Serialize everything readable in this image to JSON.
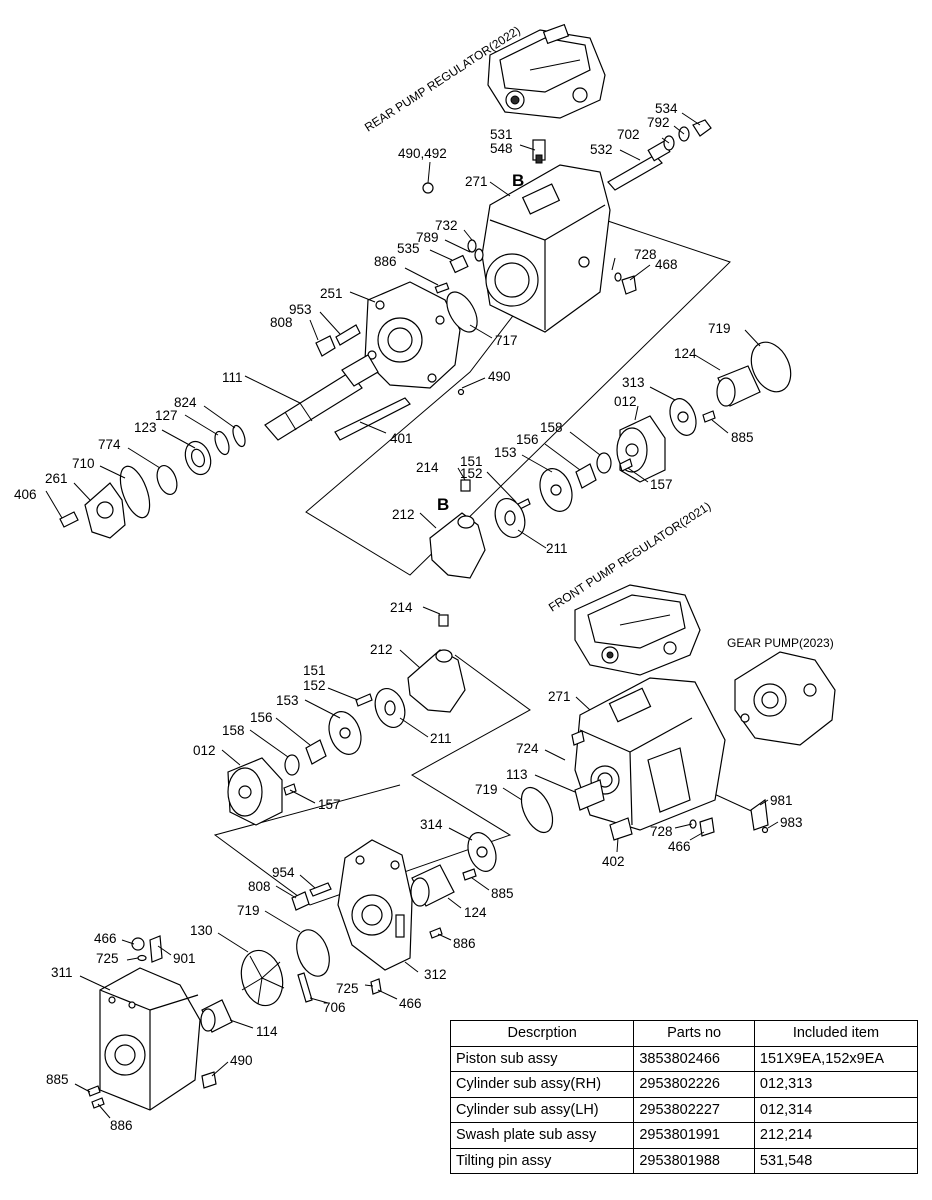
{
  "assemblies": {
    "rear_regulator": "REAR PUMP REGULATOR(2022)",
    "front_regulator": "FRONT PUMP REGULATOR(2021)",
    "gear_pump": "GEAR PUMP(2023)"
  },
  "view_marks": [
    "B",
    "B"
  ],
  "part_numbers": {
    "p534": "534",
    "p792": "792",
    "p702": "702",
    "p531": "531",
    "p548": "548",
    "p532": "532",
    "p490_492": "490,492",
    "p271_top": "271",
    "p732": "732",
    "p789": "789",
    "p535": "535",
    "p886_top": "886",
    "p728_top": "728",
    "p468": "468",
    "p251": "251",
    "p953": "953",
    "p808_top": "808",
    "p717": "717",
    "p719_top": "719",
    "p124_top": "124",
    "p490_top": "490",
    "p111": "111",
    "p313": "313",
    "p012_top": "012",
    "p824": "824",
    "p127": "127",
    "p123": "123",
    "p401": "401",
    "p158_top": "158",
    "p885_top": "885",
    "p774": "774",
    "p156_top": "156",
    "p153_top": "153",
    "p710": "710",
    "p151_top": "151",
    "p214_top": "214",
    "p152_top": "152",
    "p157_top": "157",
    "p261": "261",
    "p406": "406",
    "p212_top": "212",
    "p211_top": "211",
    "p214_mid": "214",
    "p212_mid": "212",
    "p151_mid": "151",
    "p152_mid": "152",
    "p153_mid": "153",
    "p211_mid": "211",
    "p156_mid": "156",
    "p158_mid": "158",
    "p012_mid": "012",
    "p157_mid": "157",
    "p271_mid": "271",
    "p724": "724",
    "p113": "113",
    "p719_mid": "719",
    "p981": "981",
    "p983": "983",
    "p728_mid": "728",
    "p466_mid": "466",
    "p402": "402",
    "p314": "314",
    "p885_mid": "885",
    "p954": "954",
    "p808_mid": "808",
    "p124_mid": "124",
    "p719_low": "719",
    "p886_low": "886",
    "p130": "130",
    "p466_low": "466",
    "p725_low": "725",
    "p901": "901",
    "p311": "311",
    "p312": "312",
    "p725_b": "725",
    "p466_b": "466",
    "p706": "706",
    "p114": "114",
    "p490_low": "490",
    "p885_low": "885",
    "p886_b": "886"
  },
  "table": {
    "headers": [
      "Descrption",
      "Parts no",
      "Included item"
    ],
    "rows": [
      {
        "desc": "Piston sub assy",
        "parts_no": "3853802466",
        "items": "151X9EA,152x9EA"
      },
      {
        "desc": "Cylinder sub assy(RH)",
        "parts_no": "2953802226",
        "items": "012,313"
      },
      {
        "desc": "Cylinder sub assy(LH)",
        "parts_no": "2953802227",
        "items": "012,314"
      },
      {
        "desc": "Swash plate sub assy",
        "parts_no": "2953801991",
        "items": "212,214"
      },
      {
        "desc": "Tilting pin assy",
        "parts_no": "2953801988",
        "items": "531,548"
      }
    ]
  }
}
